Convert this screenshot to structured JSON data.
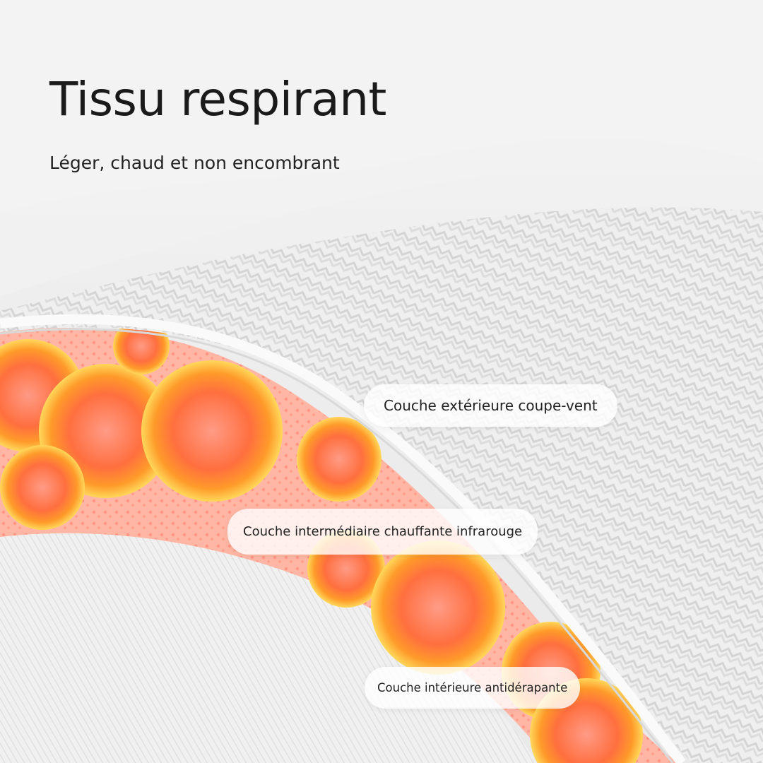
{
  "header": {
    "title": "Tissu respirant",
    "subtitle": "Léger, chaud et non encombrant"
  },
  "layers": {
    "outer": "Couche extérieure coupe-vent",
    "middle": "Couche intermédiaire chauffante infrarouge",
    "inner": "Couche intérieure antidérapante"
  },
  "colors": {
    "text": "#1a1a1a",
    "fabric_white": "#f2f2f2",
    "heat_orange": "#ff7a2e",
    "heat_yellow": "#ffd04a",
    "heat_pink": "#ffb6a4"
  }
}
